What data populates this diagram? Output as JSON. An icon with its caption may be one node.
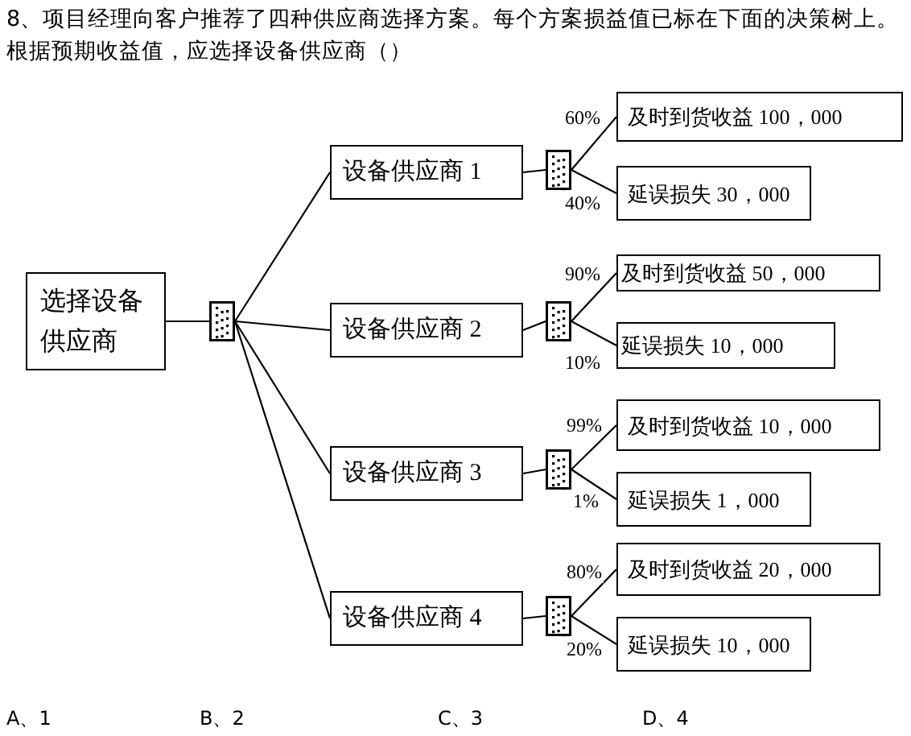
{
  "diagram": {
    "title": "8、项目经理向客户推荐了四种供应商选择方案。每个方案损益值已标在下面的决策树上。根据预期收益值，应选择设备供应商（）",
    "nodes": [
      {
        "text": [
          "选择设备供应商"
        ]
      },
      {
        "text": [],
        "shape": "box"
      },
      {
        "text": [
          "设备供应商 1"
        ]
      },
      {
        "text": [],
        "shape": "box"
      },
      {
        "text": [
          "及时到货收益 100，000"
        ]
      },
      {
        "text": [
          "延误损失 30，000"
        ]
      },
      {
        "text": [
          "设备供应商 2"
        ]
      },
      {
        "text": [],
        "shape": "box"
      },
      {
        "text": [
          "及时到货收益 50，000"
        ]
      },
      {
        "text": [
          "延误损失 10，000"
        ]
      },
      {
        "text": [
          "设备供应商 3"
        ]
      },
      {
        "text": [],
        "shape": "box"
      },
      {
        "text": [
          "及时到货收益 10，000"
        ]
      },
      {
        "text": [
          "延误损失 1，000"
        ]
      },
      {
        "text": [
          "设备供应商 4"
        ]
      },
      {
        "text": [],
        "shape": "box"
      },
      {
        "text": [
          "及时到货收益 20，000"
        ]
      },
      {
        "text": [
          "延误损失 10，000"
        ]
      }
    ],
    "edges": [
      {
        "from": 0,
        "to": 1,
        "arrow": "none"
      },
      {
        "from": 1,
        "to": 2,
        "arrow": "none"
      },
      {
        "from": 1,
        "to": 6,
        "arrow": "none"
      },
      {
        "from": 1,
        "to": 10,
        "arrow": "none"
      },
      {
        "from": 1,
        "to": 14,
        "arrow": "none"
      },
      {
        "from": 2,
        "to": 3,
        "arrow": "none"
      },
      {
        "from": 3,
        "to": 4,
        "arrow": "none",
        "label": "60%"
      },
      {
        "from": 3,
        "to": 5,
        "arrow": "none",
        "label": "40%"
      },
      {
        "from": 6,
        "to": 7,
        "arrow": "none"
      },
      {
        "from": 7,
        "to": 8,
        "arrow": "none",
        "label": "90%"
      },
      {
        "from": 7,
        "to": 9,
        "arrow": "none",
        "label": "10%"
      },
      {
        "from": 10,
        "to": 11,
        "arrow": "none"
      },
      {
        "from": 11,
        "to": 12,
        "arrow": "none",
        "label": "99%"
      },
      {
        "from": 11,
        "to": 13,
        "arrow": "none",
        "label": "1%"
      },
      {
        "from": 14,
        "to": 15,
        "arrow": "none"
      },
      {
        "from": 15,
        "to": 16,
        "arrow": "none",
        "label": "80%"
      },
      {
        "from": 15,
        "to": 17,
        "arrow": "none",
        "label": "20%"
      }
    ],
    "labels": [
      "A、1",
      "B、2",
      "C、3",
      "D、4"
    ]
  }
}
